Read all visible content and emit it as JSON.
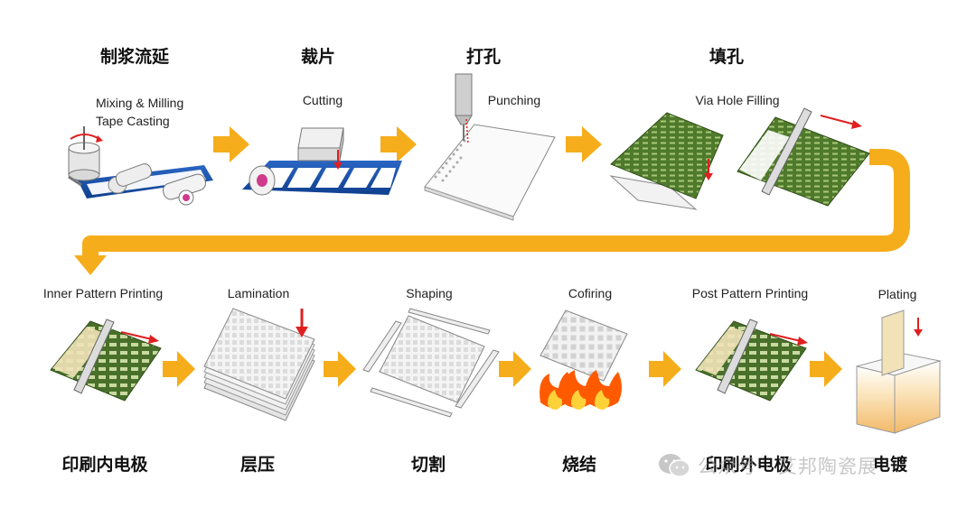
{
  "steps_top": [
    {
      "zh": "制浆流延",
      "en_lines": [
        "Mixing & Milling",
        "Tape Casting"
      ]
    },
    {
      "zh": "裁片",
      "en_lines": [
        "Cutting"
      ]
    },
    {
      "zh": "打孔",
      "en_lines": [
        "Punching"
      ]
    },
    {
      "zh": "填孔",
      "en_lines": [
        "Via Hole Filling"
      ]
    }
  ],
  "steps_bottom": [
    {
      "zh": "印刷内电极",
      "en": "Inner Pattern Printing"
    },
    {
      "zh": "层压",
      "en": "Lamination"
    },
    {
      "zh": "切割",
      "en": "Shaping"
    },
    {
      "zh": "烧结",
      "en": "Cofiring"
    },
    {
      "zh": "印刷外电极",
      "en": "Post Pattern Printing"
    },
    {
      "zh": "电镀",
      "en": "Plating"
    }
  ],
  "watermark": {
    "text": "公众号 · 艾邦陶瓷展",
    "icon": "wechat-icon"
  },
  "colors": {
    "arrow": "#f6ad1b",
    "tape": "#1a56b0",
    "green": "#4a6e2a",
    "red": "#e02020",
    "flame": "#ff5a00"
  }
}
